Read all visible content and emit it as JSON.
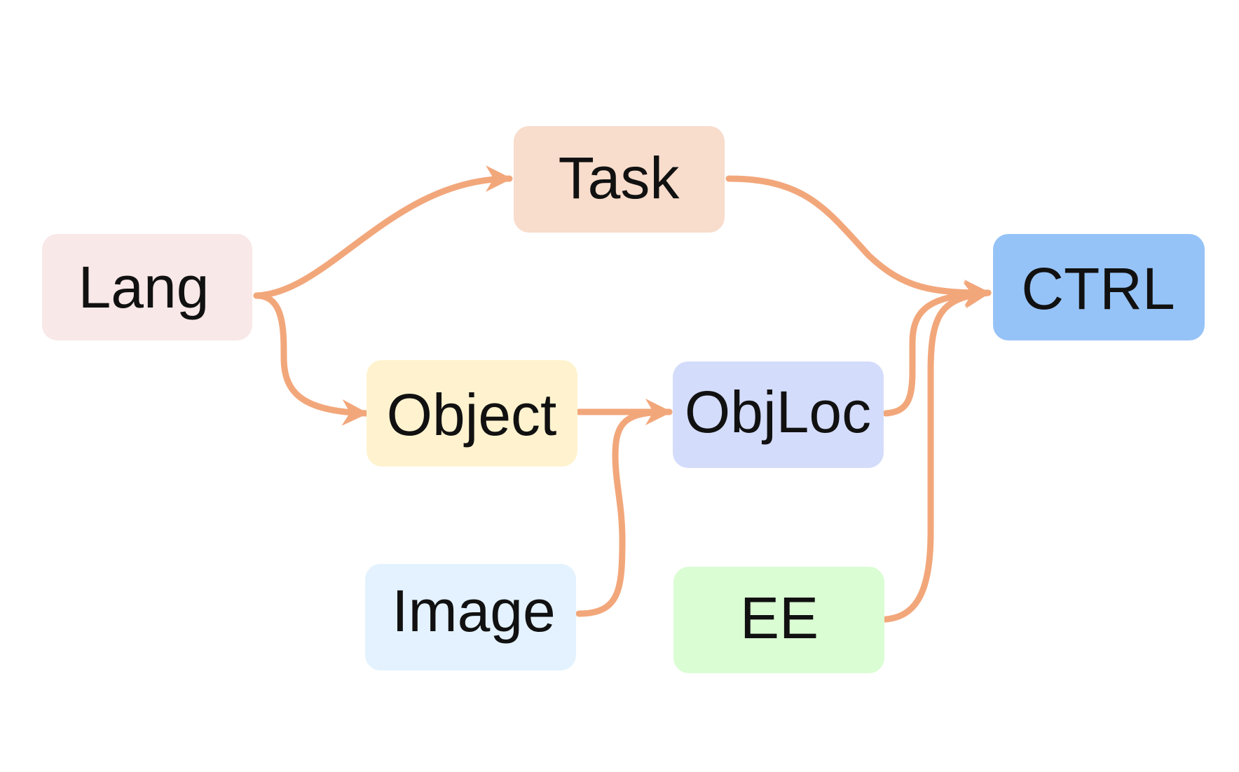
{
  "diagram": {
    "edge_color": "#F2A77B",
    "nodes": [
      {
        "id": "lang",
        "label": "Lang",
        "color": "#F9E8E8"
      },
      {
        "id": "task",
        "label": "Task",
        "color": "#F8DCCC"
      },
      {
        "id": "object",
        "label": "Object",
        "color": "#FFF3CF"
      },
      {
        "id": "objloc",
        "label": "ObjLoc",
        "color": "#D4DCFB"
      },
      {
        "id": "image",
        "label": "Image",
        "color": "#E3F2FE"
      },
      {
        "id": "ee",
        "label": "EE",
        "color": "#DAFDD3"
      },
      {
        "id": "ctrl",
        "label": "CTRL",
        "color": "#96C3F7"
      }
    ],
    "edges": [
      {
        "from": "lang",
        "to": "task"
      },
      {
        "from": "lang",
        "to": "object"
      },
      {
        "from": "task",
        "to": "ctrl"
      },
      {
        "from": "object",
        "to": "objloc"
      },
      {
        "from": "image",
        "to": "objloc"
      },
      {
        "from": "objloc",
        "to": "ctrl"
      },
      {
        "from": "ee",
        "to": "ctrl"
      }
    ]
  }
}
